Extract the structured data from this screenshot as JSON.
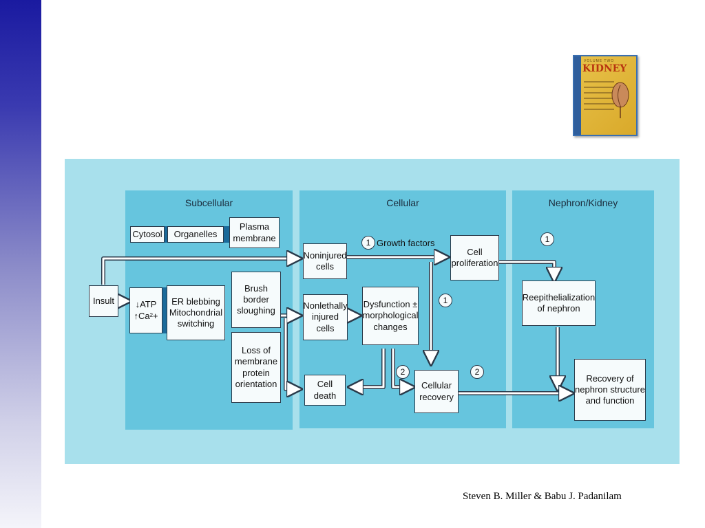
{
  "book": {
    "volume": "VOLUME TWO",
    "title": "KIDNEY"
  },
  "sections": {
    "subcellular": "Subcellular",
    "cellular": "Cellular",
    "nephron": "Nephron/Kidney"
  },
  "boxes": {
    "cytosol": "Cytosol",
    "organelles": "Organelles",
    "plasma_membrane": "Plasma\nmembrane",
    "insult": "Insult",
    "atp_ca": "↓ATP\n↑Ca²+",
    "er_blebbing": "ER blebbing\nMitochondrial\nswitching",
    "brush_border": "Brush\nborder\nsloughing",
    "loss_membrane": "Loss of\nmembrane\nprotein\norientation",
    "noninjured": "Noninjured\ncells",
    "nonlethally": "Nonlethally\ninjured cells",
    "dysfunction": "Dysfunction ±\nmorphological\nchanges",
    "cell_death": "Cell death",
    "cellular_recovery": "Cellular\nrecovery",
    "cell_proliferation": "Cell\nproliferation",
    "reepithelialization": "Reepithelialization\nof nephron",
    "recovery_nephron": "Recovery of\nnephron structure\nand function"
  },
  "labels": {
    "growth_factors": "Growth factors"
  },
  "badges": {
    "b1_growth": "1",
    "b1_nephron": "1",
    "b1_cellular": "1",
    "b2_left": "2",
    "b2_right": "2"
  },
  "credit": "Steven B. Miller & Babu J. Padanilam"
}
